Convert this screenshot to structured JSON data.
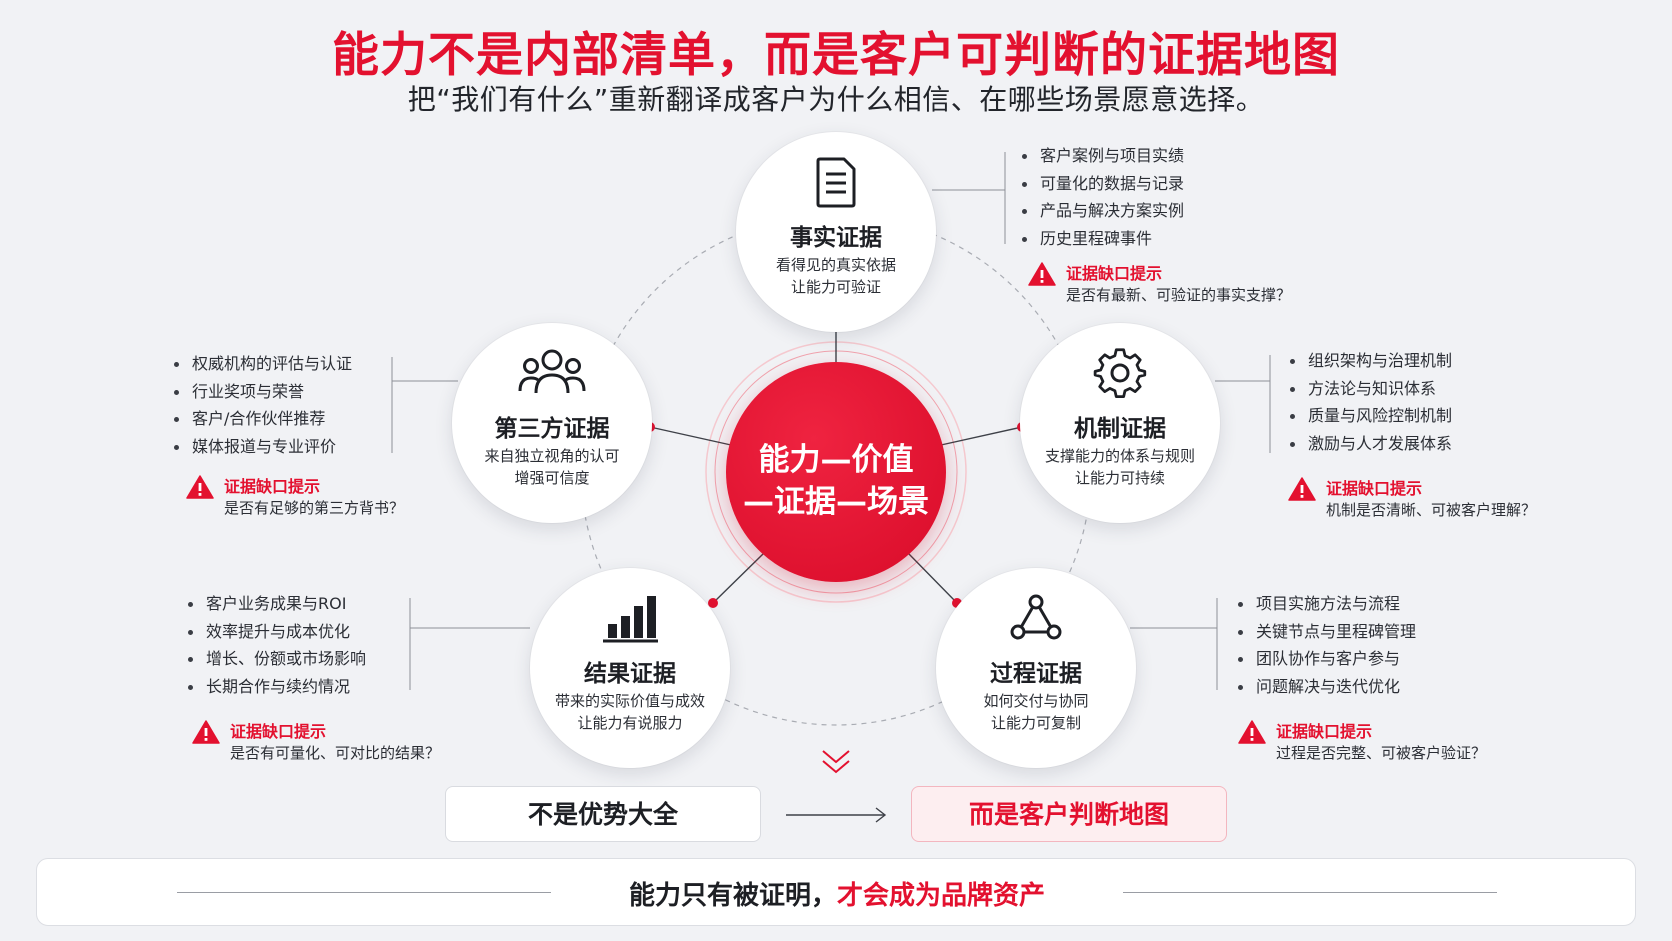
{
  "header": {
    "title": "能力不是内部清单，而是客户可判断的证据地图",
    "subtitle": "把“我们有什么”重新翻译成客户为什么相信、在哪些场景愿意选择。"
  },
  "center": {
    "line1": "能力—价值",
    "line2": "—证据—场景"
  },
  "nodes": {
    "fact": {
      "title": "事实证据",
      "desc1": "看得见的真实依据",
      "desc2": "让能力可验证",
      "icon": "document-icon",
      "items": [
        "客户案例与项目实绩",
        "可量化的数据与记录",
        "产品与解决方案实例",
        "历史里程碑事件"
      ],
      "warn_title": "证据缺口提示",
      "warn_text": "是否有最新、可验证的事实支撑？"
    },
    "third": {
      "title": "第三方证据",
      "desc1": "来自独立视角的认可",
      "desc2": "增强可信度",
      "icon": "people-icon",
      "items": [
        "权威机构的评估与认证",
        "行业奖项与荣誉",
        "客户/合作伙伴推荐",
        "媒体报道与专业评价"
      ],
      "warn_title": "证据缺口提示",
      "warn_text": "是否有足够的第三方背书？"
    },
    "mechanism": {
      "title": "机制证据",
      "desc1": "支撑能力的体系与规则",
      "desc2": "让能力可持续",
      "icon": "gear-icon",
      "items": [
        "组织架构与治理机制",
        "方法论与知识体系",
        "质量与风险控制机制",
        "激励与人才发展体系"
      ],
      "warn_title": "证据缺口提示",
      "warn_text": "机制是否清晰、可被客户理解？"
    },
    "result": {
      "title": "结果证据",
      "desc1": "带来的实际价值与成效",
      "desc2": "让能力有说服力",
      "icon": "bar-chart-icon",
      "items": [
        "客户业务成果与ROI",
        "效率提升与成本优化",
        "增长、份额或市场影响",
        "长期合作与续约情况"
      ],
      "warn_title": "证据缺口提示",
      "warn_text": "是否有可量化、可对比的结果？"
    },
    "process": {
      "title": "过程证据",
      "desc1": "如何交付与协同",
      "desc2": "让能力可复制",
      "icon": "flow-icon",
      "items": [
        "项目实施方法与流程",
        "关键节点与里程碑管理",
        "团队协作与客户参与",
        "问题解决与迭代优化"
      ],
      "warn_title": "证据缺口提示",
      "warn_text": "过程是否完整、可被客户验证？"
    }
  },
  "compare": {
    "left": "不是优势大全",
    "right": "而是客户判断地图"
  },
  "footer": {
    "part1": "能力只有被证明，",
    "part2": "才会成为品牌资产"
  },
  "colors": {
    "accent": "#e3112f",
    "text": "#1d1f24",
    "background": "#f1f2f5"
  }
}
